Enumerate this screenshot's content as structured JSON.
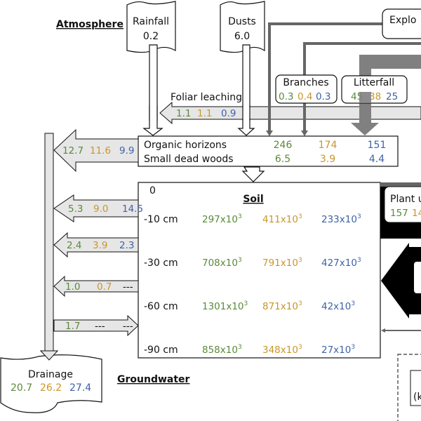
{
  "colors": {
    "series_1": "#5a8a3a",
    "series_2": "#c9962a",
    "series_3": "#3f62a8",
    "arrow_fill": "#e6e6e6",
    "gray_flow": "#808080",
    "black_flow": "#000000"
  },
  "labels": {
    "atmosphere": "Atmosphere",
    "groundwater": "Groundwater",
    "soil": "Soil"
  },
  "inputs": {
    "rainfall": {
      "label": "Rainfall",
      "value": "0.2"
    },
    "dusts": {
      "label": "Dusts",
      "value": "6.0"
    },
    "exploitation": {
      "label": "Explo"
    }
  },
  "branches": {
    "label": "Branches",
    "values": [
      "0.3",
      "0.4",
      "0.3"
    ]
  },
  "litterfall": {
    "label": "Litterfall",
    "values": [
      "45",
      "38",
      "25"
    ]
  },
  "foliar_leaching": {
    "label": "Foliar leaching",
    "values": [
      "1.1",
      "1.1",
      "0.9"
    ]
  },
  "organic": {
    "rows": [
      {
        "label": "Organic horizons",
        "values": [
          "246",
          "174",
          "151"
        ]
      },
      {
        "label": "Small dead woods",
        "values": [
          "6.5",
          "3.9",
          "4.4"
        ]
      }
    ],
    "outflow": [
      "12.7",
      "11.6",
      "9.9"
    ]
  },
  "soil": {
    "top_label": "0",
    "depths": [
      {
        "label": "-10 cm",
        "values": [
          "297x10",
          "411x10",
          "233x10"
        ],
        "exp": "3"
      },
      {
        "label": "-30 cm",
        "values": [
          "708x10",
          "791x10",
          "427x10"
        ],
        "exp": "3"
      },
      {
        "label": "-60 cm",
        "values": [
          "1301x10",
          "871x10",
          "42x10"
        ],
        "exp": "3"
      },
      {
        "label": "-90 cm",
        "values": [
          "858x10",
          "348x10",
          "27x10"
        ],
        "exp": "3"
      }
    ],
    "outflows": [
      {
        "values": [
          "5.3",
          "9.0",
          "14.5"
        ],
        "direction": "out"
      },
      {
        "values": [
          "2.4",
          "3.9",
          "2.3"
        ],
        "direction": "out"
      },
      {
        "values": [
          "1.0",
          "0.7",
          "---"
        ],
        "direction": "out"
      },
      {
        "values": [
          "1.7",
          "---",
          "---"
        ],
        "direction": "in"
      }
    ]
  },
  "plant_uptake": {
    "label": "Plant u",
    "values": [
      "157",
      "14"
    ]
  },
  "drainage": {
    "label": "Drainage",
    "values": [
      "20.7",
      "26.2",
      "27.4"
    ]
  },
  "legend_box": {
    "partial_text": "(k"
  }
}
